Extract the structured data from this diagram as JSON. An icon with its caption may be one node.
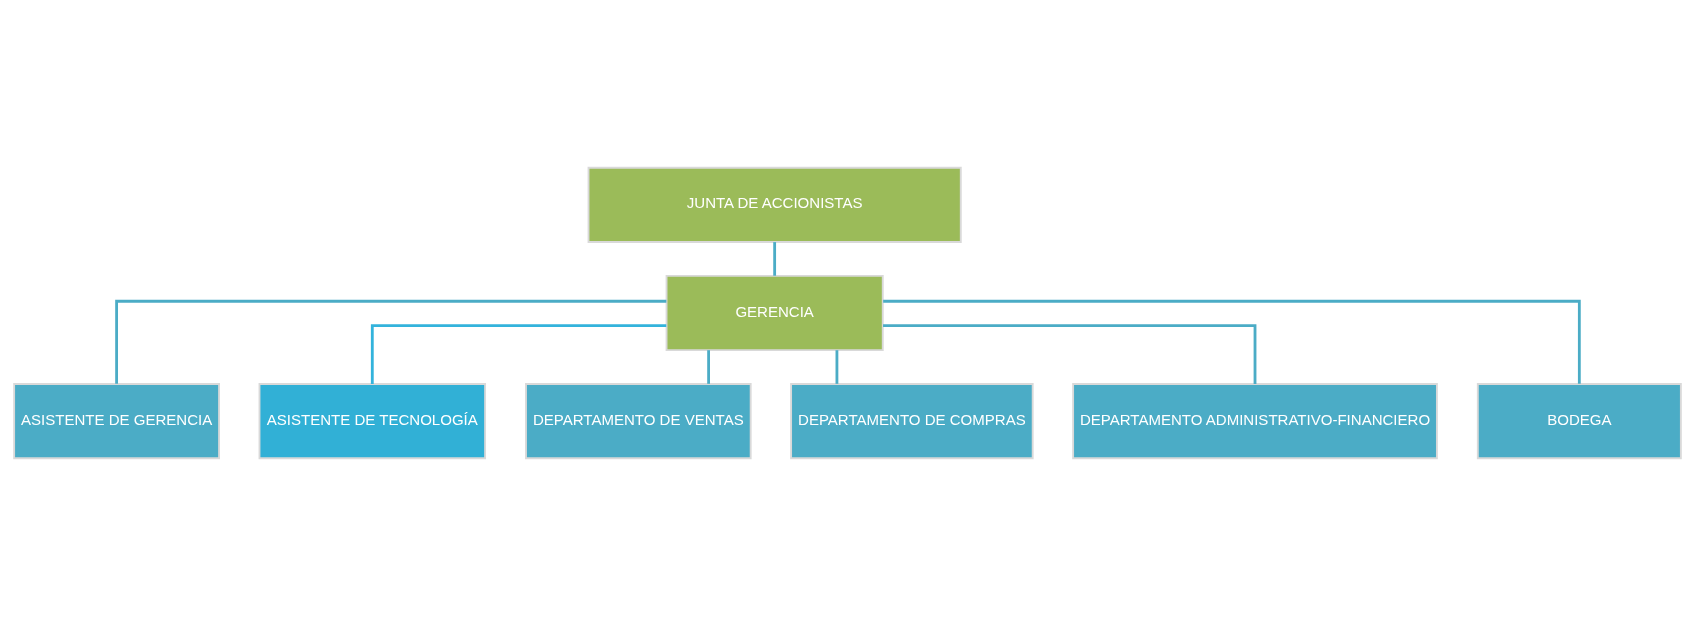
{
  "diagram": {
    "nodes": [
      {
        "text": [
          "JUNTA DE ACCIONISTAS"
        ]
      },
      {
        "text": [
          "GERENCIA"
        ]
      },
      {
        "text": [
          "ASISTENTE DE GERENCIA"
        ]
      },
      {
        "text": [
          "ASISTENTE DE TECNOLOGÍA"
        ]
      },
      {
        "text": [
          "DEPARTAMENTO DE VENTAS"
        ]
      },
      {
        "text": [
          "DEPARTAMENTO DE COMPRAS"
        ]
      },
      {
        "text": [
          "DEPARTAMENTO ADMINISTRATIVO-FINANCIERO"
        ]
      },
      {
        "text": [
          "BODEGA"
        ]
      }
    ],
    "edges": [
      {
        "from": 0,
        "to": 1,
        "arrow": "none"
      },
      {
        "from": 1,
        "to": 2,
        "arrow": "none"
      },
      {
        "from": 1,
        "to": 3,
        "arrow": "none",
        "color": "#33b3dc"
      },
      {
        "from": 1,
        "to": 4,
        "arrow": "none"
      },
      {
        "from": 1,
        "to": 5,
        "arrow": "none"
      },
      {
        "from": 1,
        "to": 6,
        "arrow": "none"
      },
      {
        "from": 1,
        "to": 7,
        "arrow": "none"
      }
    ]
  }
}
